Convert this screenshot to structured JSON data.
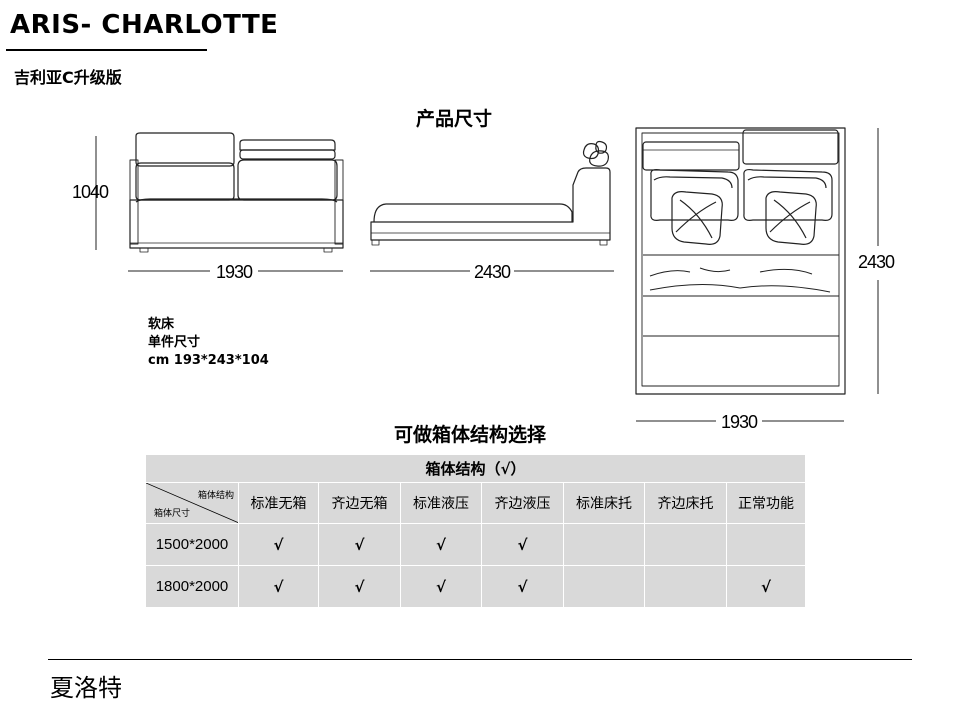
{
  "header": {
    "title": "ARIS- CHARLOTTE",
    "subtitle": "吉利亚C升级版"
  },
  "product_section": {
    "heading": "产品尺寸",
    "front_view": {
      "height_label": "1040",
      "width_label": "1930"
    },
    "side_view": {
      "length_label": "2430"
    },
    "top_view": {
      "length_label": "2430",
      "width_label": "1930"
    },
    "product_info": {
      "line1": "软床",
      "line2": "单件尺寸",
      "line3": "cm 193*243*104"
    }
  },
  "structure_section": {
    "heading": "可做箱体结构选择",
    "table": {
      "caption": "箱体结构（√）",
      "corner_top": "箱体结构",
      "corner_bottom": "箱体尺寸",
      "columns": [
        "标准无箱",
        "齐边无箱",
        "标准液压",
        "齐边液压",
        "标准床托",
        "齐边床托",
        "正常功能"
      ],
      "rows": [
        {
          "size": "1500*2000",
          "cells": [
            "√",
            "√",
            "√",
            "√",
            "",
            "",
            ""
          ]
        },
        {
          "size": "1800*2000",
          "cells": [
            "√",
            "√",
            "√",
            "√",
            "",
            "",
            "√"
          ]
        }
      ]
    }
  },
  "footer": {
    "text": "夏洛特"
  }
}
